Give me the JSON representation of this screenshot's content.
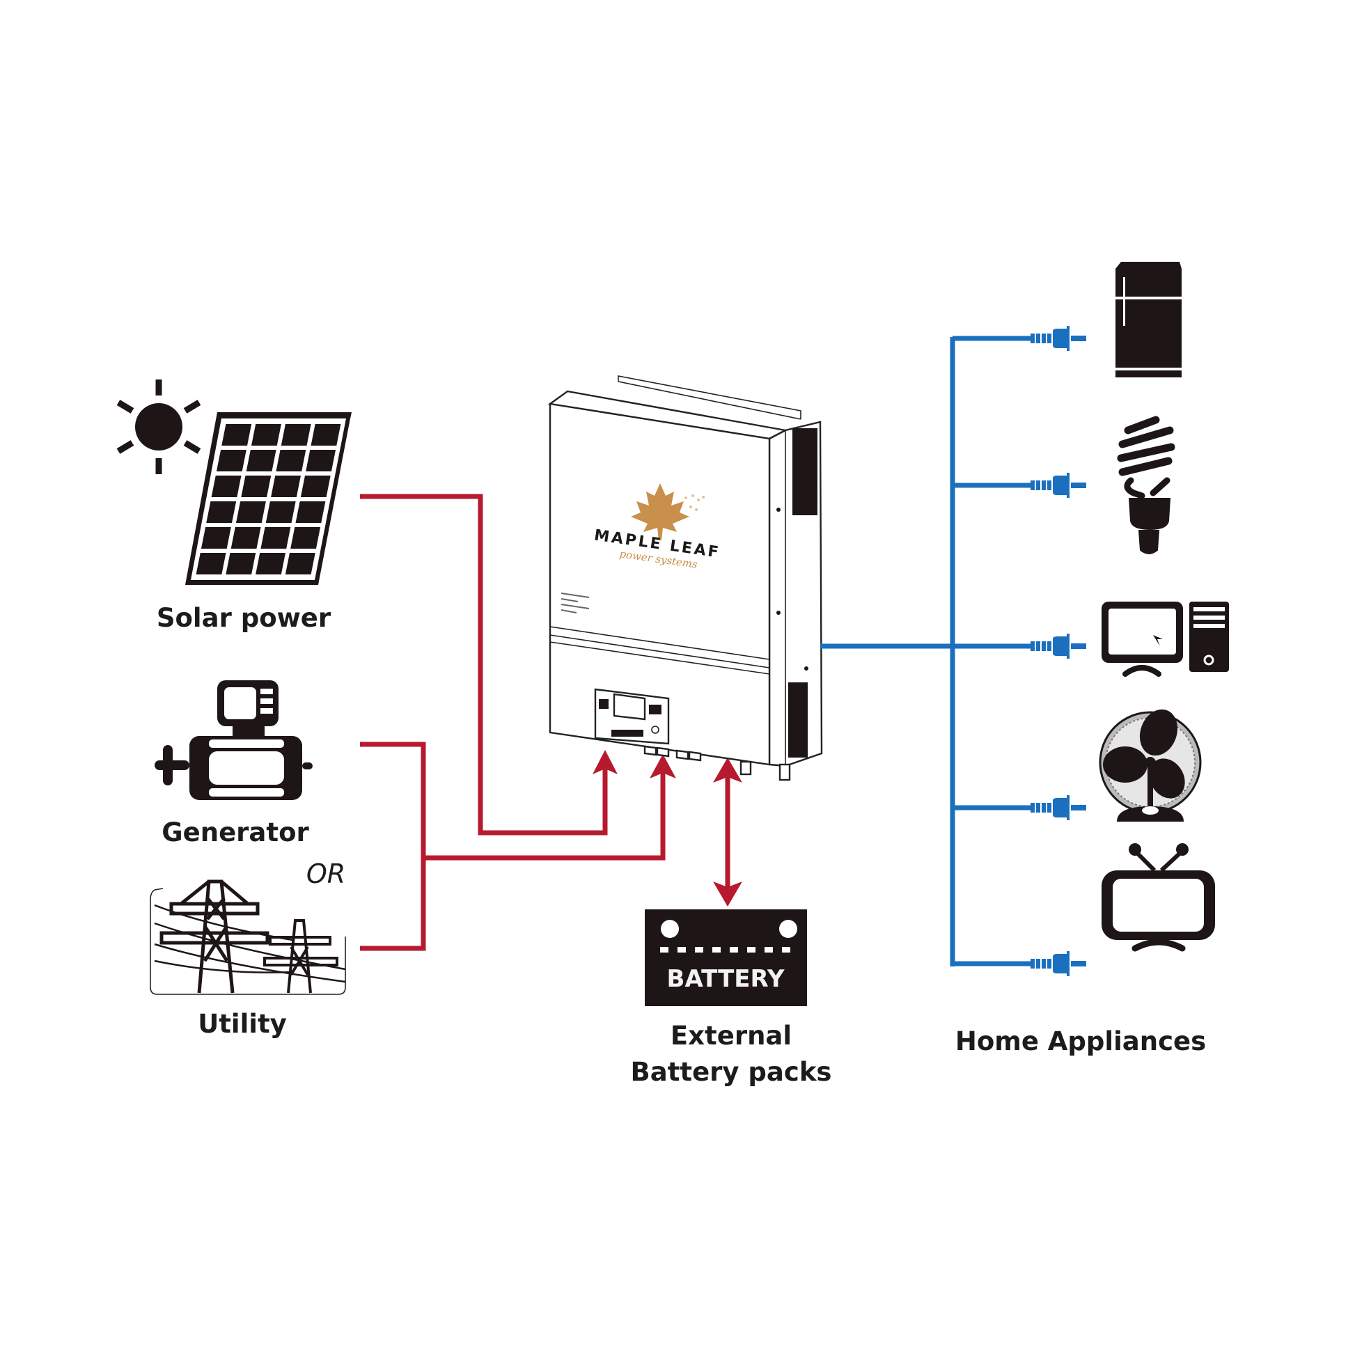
{
  "diagram": {
    "title": "Off-grid solar inverter system diagram",
    "colors": {
      "ac_input_wire": "#b71a2e",
      "output_wire": "#1a6fbf",
      "icon_ink": "#1e1616",
      "brand_gold": "#c8904a"
    },
    "sources": [
      {
        "id": "solar",
        "label": "Solar power",
        "icon": "solar-panel-icon"
      },
      {
        "id": "generator",
        "label": "Generator",
        "icon": "generator-icon"
      },
      {
        "id": "utility",
        "label": "Utility",
        "icon": "power-tower-icon"
      }
    ],
    "or_label": "OR",
    "inverter": {
      "brand_name": "MAPLE LEAF",
      "brand_tagline": "power systems",
      "icon": "maple-leaf-icon"
    },
    "battery": {
      "box_label": "BATTERY",
      "caption_line1": "External",
      "caption_line2": "Battery packs"
    },
    "loads": {
      "label": "Home Appliances",
      "items": [
        {
          "name": "Refrigerator",
          "icon": "refrigerator-icon"
        },
        {
          "name": "Light bulb",
          "icon": "light-bulb-icon"
        },
        {
          "name": "Computer",
          "icon": "computer-icon"
        },
        {
          "name": "Fan",
          "icon": "fan-icon"
        },
        {
          "name": "Television",
          "icon": "tv-icon"
        }
      ]
    },
    "connections": [
      {
        "from": "solar",
        "to": "inverter",
        "direction": "to-inverter"
      },
      {
        "from": "generator/utility",
        "to": "inverter",
        "direction": "to-inverter"
      },
      {
        "from": "battery",
        "to": "inverter",
        "direction": "bidirectional"
      },
      {
        "from": "inverter",
        "to": "loads",
        "direction": "to-loads"
      }
    ]
  }
}
